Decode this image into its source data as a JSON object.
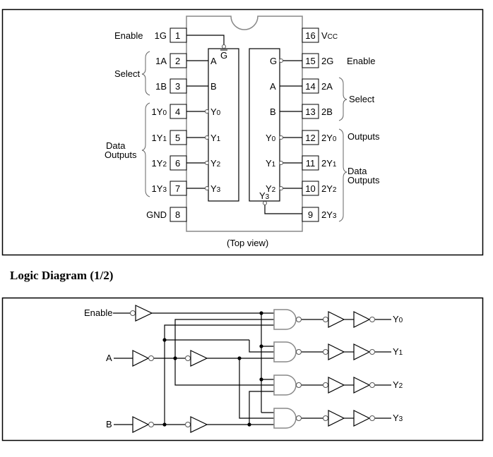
{
  "pinout": {
    "caption": "(Top view)",
    "left_pins": [
      {
        "num": "1",
        "name": "1G",
        "sub": ""
      },
      {
        "num": "2",
        "name": "1A",
        "sub": ""
      },
      {
        "num": "3",
        "name": "1B",
        "sub": ""
      },
      {
        "num": "4",
        "name": "1Y",
        "sub": "0"
      },
      {
        "num": "5",
        "name": "1Y",
        "sub": "1"
      },
      {
        "num": "6",
        "name": "1Y",
        "sub": "2"
      },
      {
        "num": "7",
        "name": "1Y",
        "sub": "3"
      },
      {
        "num": "8",
        "name": "GND",
        "sub": ""
      }
    ],
    "right_pins": [
      {
        "num": "16",
        "name": "V",
        "sub": "CC"
      },
      {
        "num": "15",
        "name": "2G",
        "sub": ""
      },
      {
        "num": "14",
        "name": "2A",
        "sub": ""
      },
      {
        "num": "13",
        "name": "2B",
        "sub": ""
      },
      {
        "num": "12",
        "name": "2Y",
        "sub": "0"
      },
      {
        "num": "11",
        "name": "2Y",
        "sub": "1"
      },
      {
        "num": "10",
        "name": "2Y",
        "sub": "2"
      },
      {
        "num": "9",
        "name": "2Y",
        "sub": "3"
      }
    ],
    "left_block": {
      "G": "G",
      "A": "A",
      "B": "B",
      "Y": [
        {
          "n": "Y",
          "s": "0"
        },
        {
          "n": "Y",
          "s": "1"
        },
        {
          "n": "Y",
          "s": "2"
        },
        {
          "n": "Y",
          "s": "3"
        }
      ]
    },
    "right_block": {
      "G": "G",
      "A": "A",
      "B": "B",
      "Y": [
        {
          "n": "Y",
          "s": "0"
        },
        {
          "n": "Y",
          "s": "1"
        },
        {
          "n": "Y",
          "s": "2"
        },
        {
          "n": "Y",
          "s": "3"
        }
      ]
    },
    "labels": {
      "left_enable": "Enable",
      "left_select": "Select",
      "left_data": "Data",
      "left_outputs": "Outputs",
      "right_enable": "Enable",
      "right_select": "Select",
      "right_outputs_top": "Outputs",
      "right_data": "Data",
      "right_outputs": "Outputs"
    }
  },
  "section_title": "Logic Diagram (1/2)",
  "logic": {
    "inputs": {
      "enable": "Enable",
      "a": "A",
      "b": "B"
    },
    "outputs": [
      {
        "n": "Y",
        "s": "0"
      },
      {
        "n": "Y",
        "s": "1"
      },
      {
        "n": "Y",
        "s": "2"
      },
      {
        "n": "Y",
        "s": "3"
      }
    ]
  }
}
